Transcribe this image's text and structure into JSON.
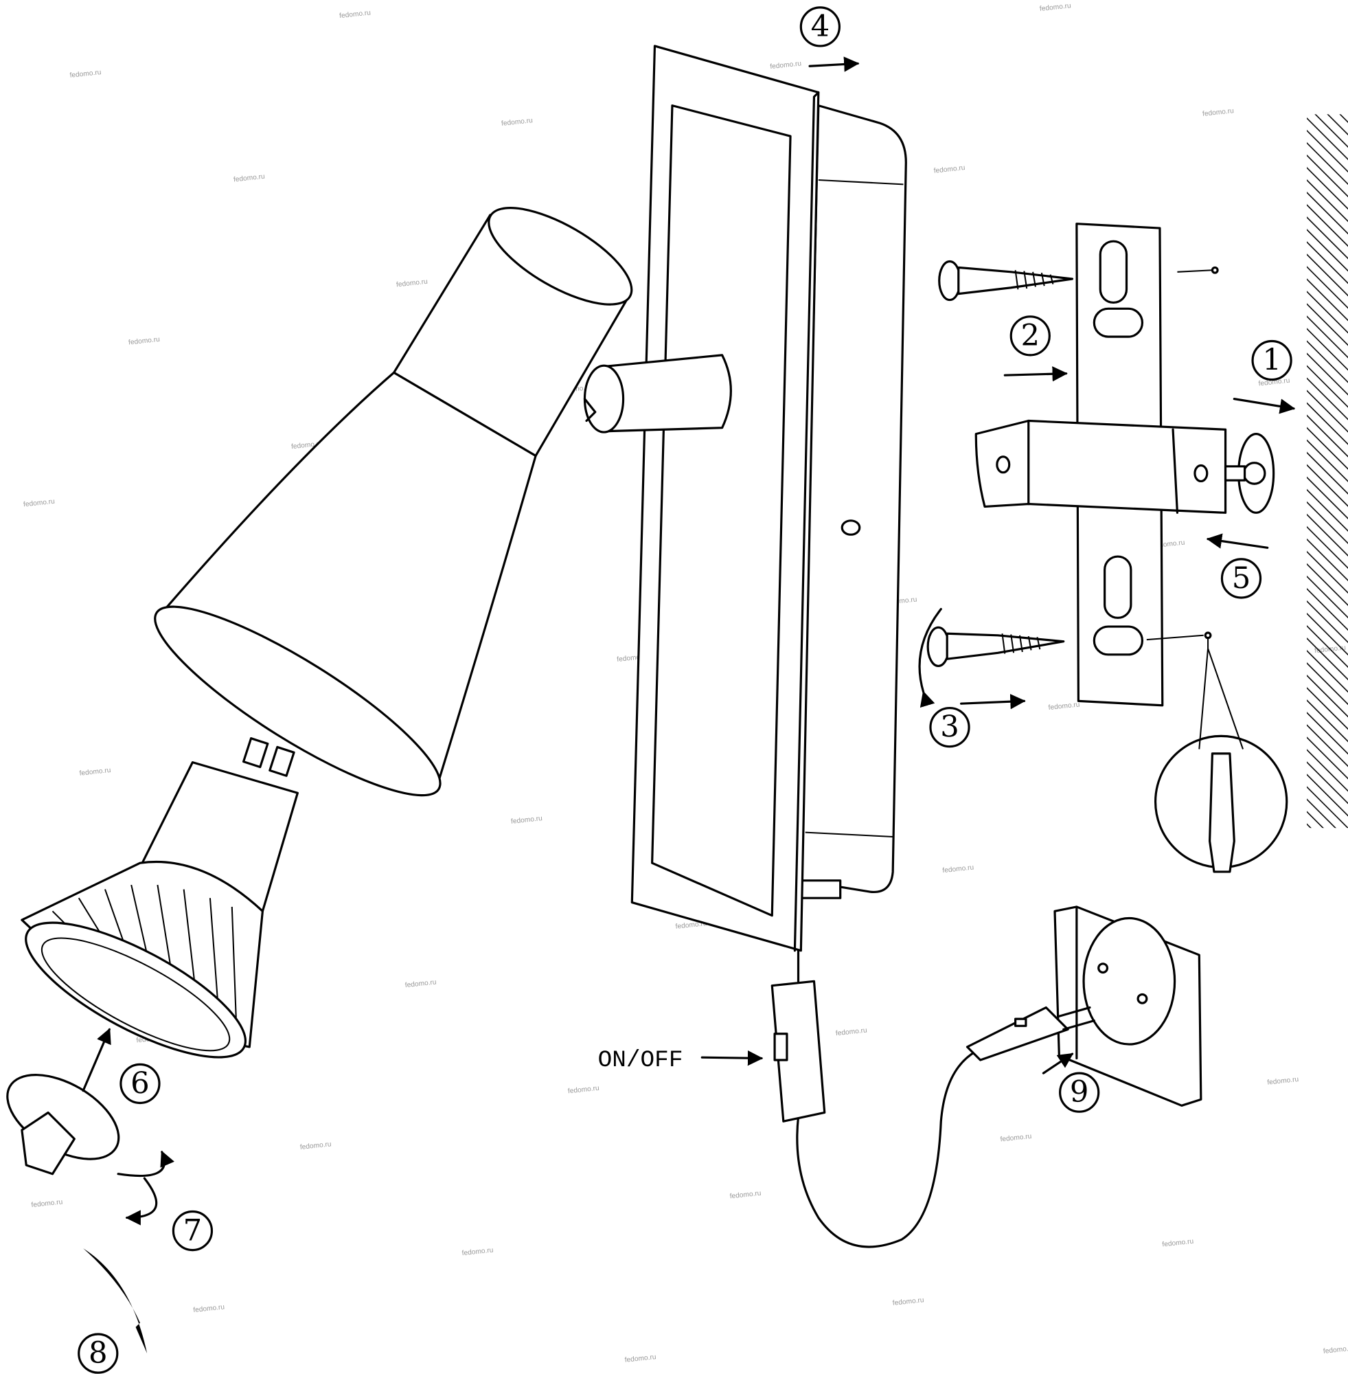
{
  "watermark": "fedomo.ru",
  "step_labels": [
    "1",
    "2",
    "3",
    "4",
    "5",
    "6",
    "7",
    "8",
    "9"
  ],
  "switch_label": "ON/OFF",
  "colors": {
    "line": "#000000",
    "watermark": "#999999",
    "background": "#ffffff"
  }
}
